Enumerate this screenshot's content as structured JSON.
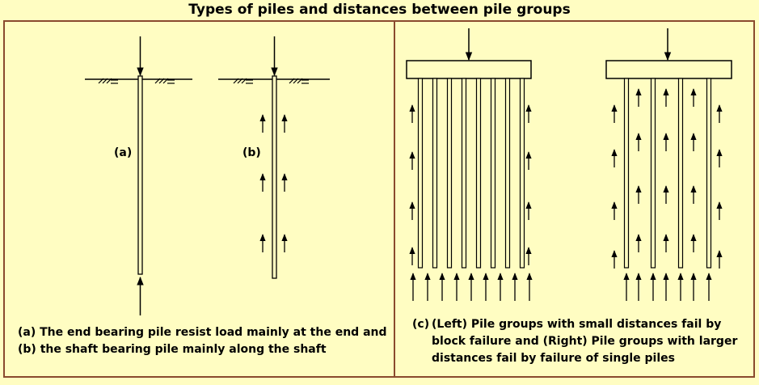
{
  "title": "Types of piles and distances between pile groups",
  "labels": {
    "a": "(a)",
    "b": "(b)"
  },
  "captions": {
    "left": "(a) The end bearing pile resist load mainly at the end and (b) the shaft bearing pile mainly along the shaft",
    "right_tag": "(c)",
    "right": "(Left) Pile groups with small distances fail by block failure and (Right) Pile groups with larger distances fail by failure of single piles"
  },
  "colors": {
    "background": "#fffdc2",
    "frame": "#8a4a2e",
    "ink": "#000000"
  }
}
